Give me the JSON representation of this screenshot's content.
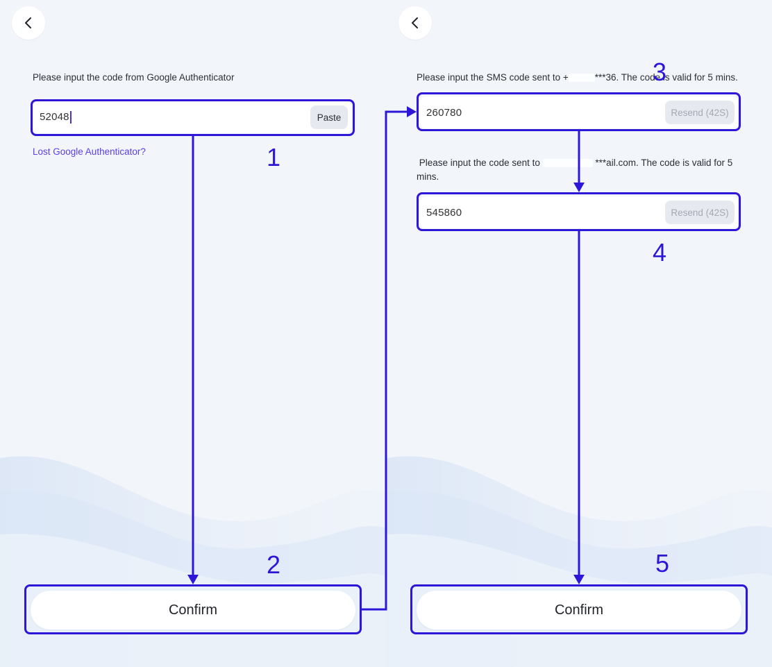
{
  "left": {
    "prompt": "Please input the code from Google Authenticator",
    "code_value": "52048",
    "paste_label": "Paste",
    "lost_link": "Lost Google Authenticator?",
    "confirm_label": "Confirm"
  },
  "right": {
    "sms_prompt_prefix": "Please input the SMS code sent to +",
    "sms_prompt_suffix": "***36. The code is valid for 5 mins.",
    "sms_code": "260780",
    "sms_resend": "Resend (42S)",
    "email_prompt_prefix": "Please input the code sent to",
    "email_prompt_suffix": "***ail.com. The code is valid for 5",
    "email_prompt_line2": "mins.",
    "email_code": "545860",
    "email_resend": "Resend (42S)",
    "confirm_label": "Confirm"
  },
  "steps": [
    "1",
    "2",
    "3",
    "4",
    "5"
  ],
  "colors": {
    "highlight": "#2e16d9",
    "background": "#f2f5fa",
    "link": "#5a3ee8"
  }
}
